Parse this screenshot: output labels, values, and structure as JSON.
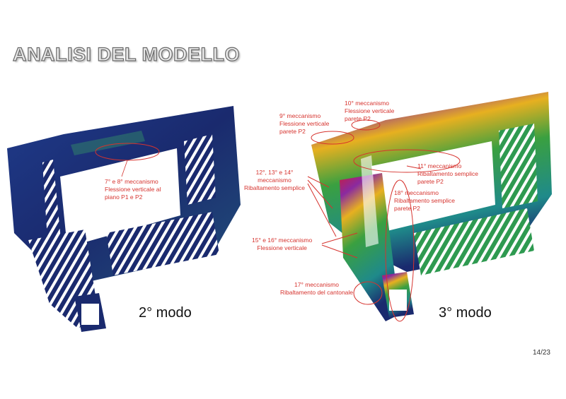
{
  "slide": {
    "title": "ANALISI DEL MODELLO",
    "page_number": "14/23"
  },
  "left_model": {
    "mode_label": "2° modo",
    "annotations": [
      {
        "lines": [
          "7° e 8° meccanismo",
          "Flessione verticale al",
          "piano P1 e P2"
        ]
      }
    ]
  },
  "right_model": {
    "mode_label": "3° modo",
    "annotations": [
      {
        "lines": [
          "9° meccanismo",
          "Flessione verticale",
          "parete P2"
        ]
      },
      {
        "lines": [
          "10° meccanismo",
          "Flessione verticale",
          "parete P2"
        ]
      },
      {
        "lines": [
          "12°, 13° e 14°",
          "meccanismo",
          "Ribaltamento semplice"
        ]
      },
      {
        "lines": [
          "11° meccanismo",
          "Ribaltamento semplice",
          "parete P2"
        ]
      },
      {
        "lines": [
          "18° meccanismo",
          "Ribaltamento semplice",
          "parete P2"
        ]
      },
      {
        "lines": [
          "15° e 16° meccanismo",
          "Flessione verticale"
        ]
      },
      {
        "lines": [
          "17° meccanismo",
          "Ribaltamento del cantonale"
        ]
      }
    ]
  },
  "colors": {
    "annotation": "#d6332e",
    "model_dark": "#1a2a6e"
  }
}
